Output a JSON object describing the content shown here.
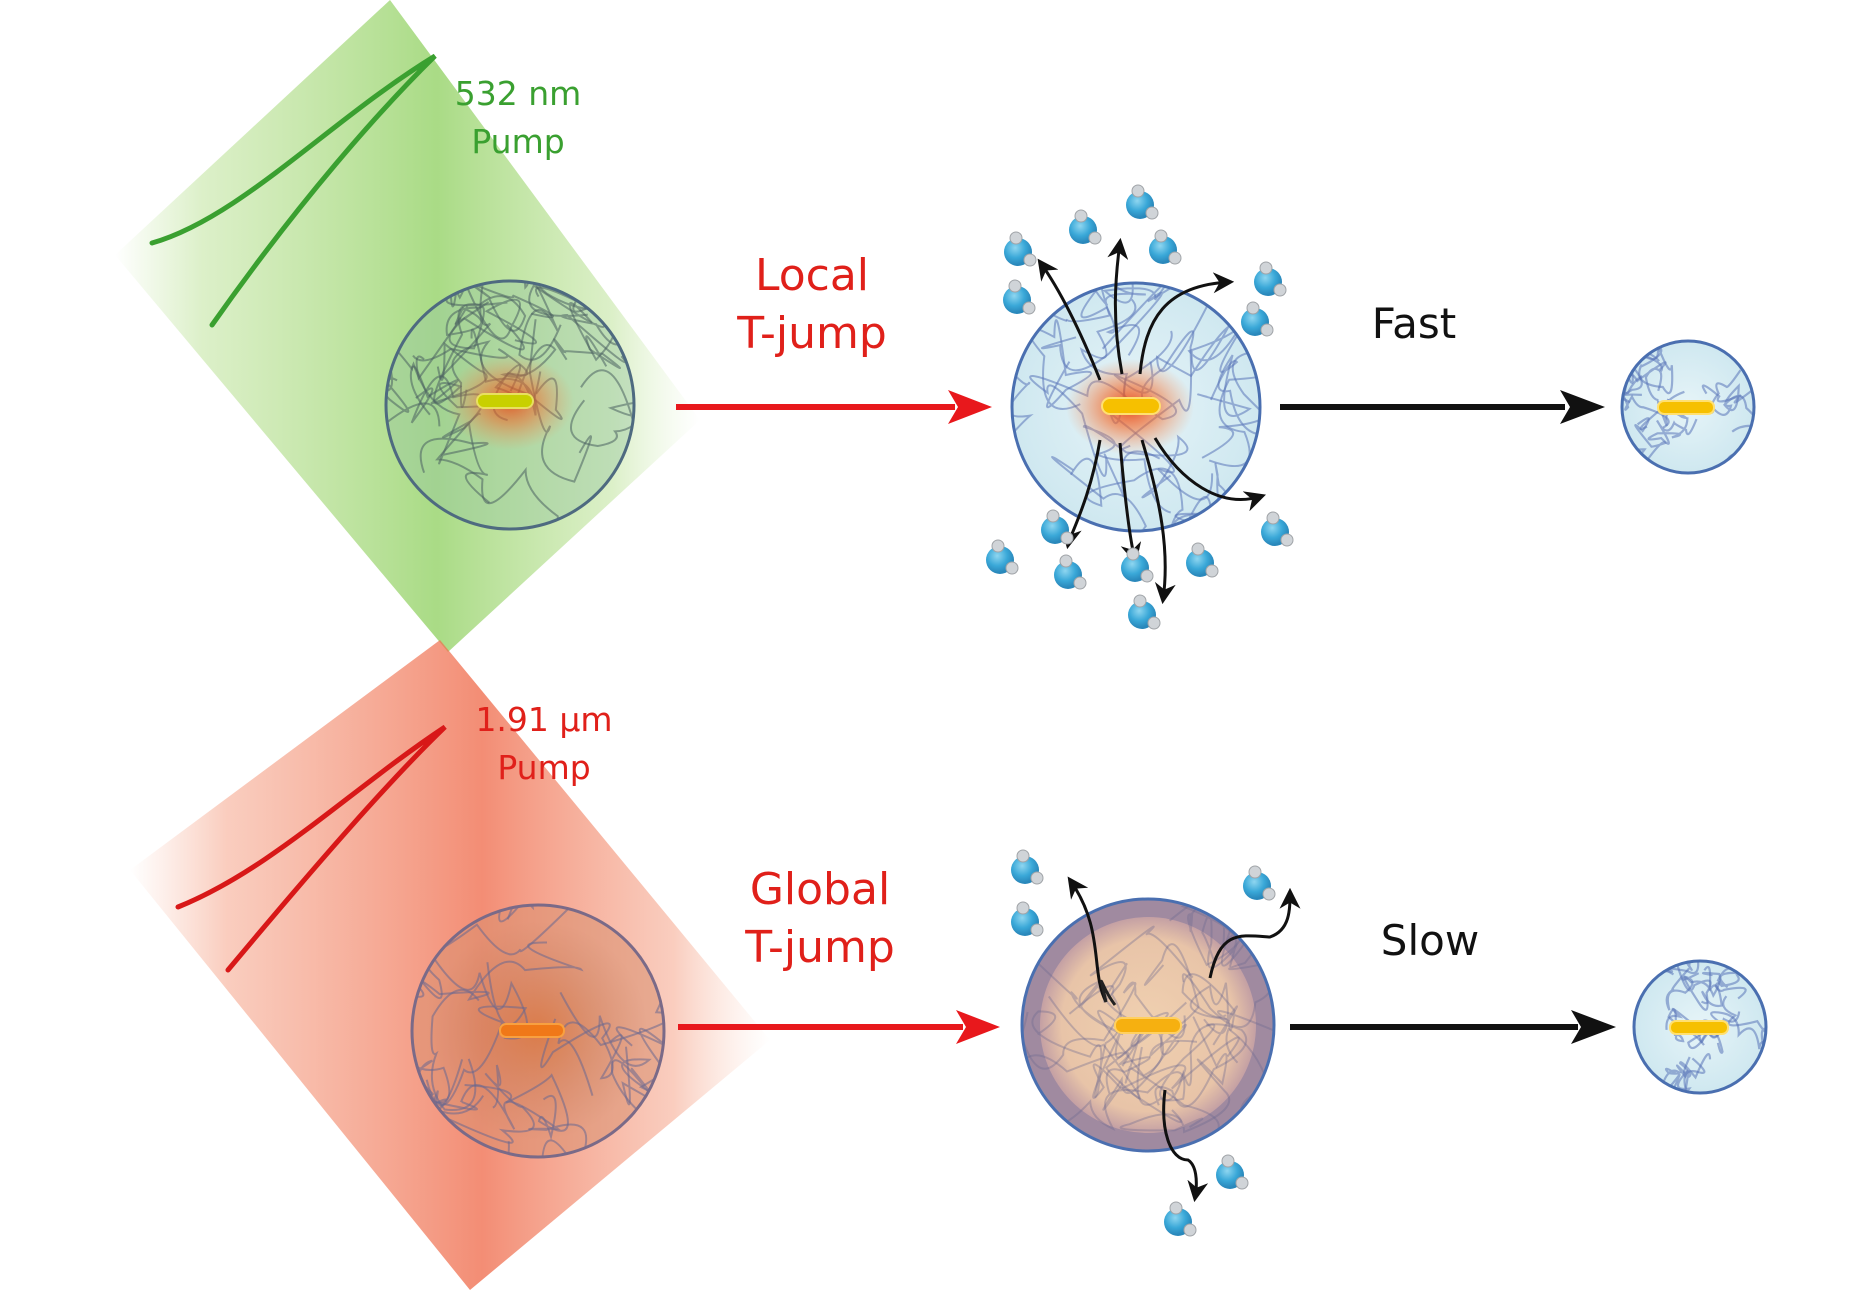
{
  "top_row": {
    "pump_wavelength": "532 nm",
    "pump_word": "Pump",
    "process_line1": "Local",
    "process_line2": "T-jump",
    "speed": "Fast"
  },
  "bottom_row": {
    "pump_wavelength": "1.91 µm",
    "pump_word": "Pump",
    "process_line1": "Global",
    "process_line2": "T-jump",
    "speed": "Slow"
  },
  "colors": {
    "green_text": "#3aa030",
    "red_text": "#e0201a",
    "green_beam": "#8fd060",
    "red_beam": "#f07050",
    "arrow_red": "#e8181c",
    "arrow_black": "#111111",
    "particle_blue": "#4a6fb0",
    "water_blue": "#3aa8d8",
    "rod_yellow": "#f5c000"
  }
}
